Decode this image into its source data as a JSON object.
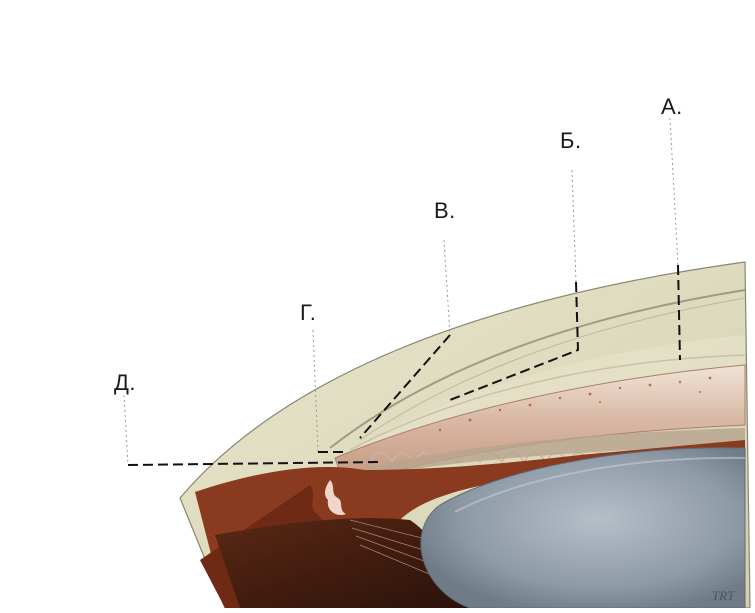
{
  "labels": {
    "a": "А.",
    "b": "Б.",
    "v": "В.",
    "g": "Г.",
    "d": "Д."
  },
  "signature": "TRT",
  "colors": {
    "background": "#ffffff",
    "cornea": "#ddd9b8",
    "sclera_band": "#e2d6c4",
    "ciliary_body": "#8a3a1e",
    "iris_dark": "#3b1a10",
    "lens": "#8e9aa6",
    "leader_line": "#111111",
    "guide_line": "#9a9a9a"
  }
}
